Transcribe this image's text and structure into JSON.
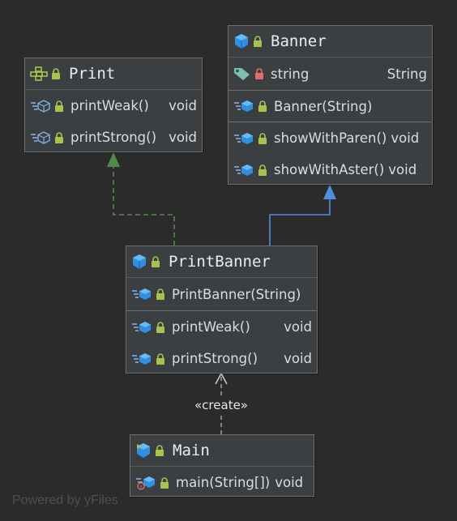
{
  "classes": {
    "print": {
      "name": "Print",
      "members": [
        {
          "name": "printWeak()",
          "type": "void"
        },
        {
          "name": "printStrong()",
          "type": "void"
        }
      ]
    },
    "banner": {
      "name": "Banner",
      "fields": [
        {
          "name": "string",
          "type": "String"
        }
      ],
      "constructors": [
        {
          "name": "Banner(String)"
        }
      ],
      "methods": [
        {
          "name": "showWithParen()",
          "type": "void"
        },
        {
          "name": "showWithAster()",
          "type": "void"
        }
      ]
    },
    "printbanner": {
      "name": "PrintBanner",
      "constructors": [
        {
          "name": "PrintBanner(String)"
        }
      ],
      "methods": [
        {
          "name": "printWeak()",
          "type": "void"
        },
        {
          "name": "printStrong()",
          "type": "void"
        }
      ]
    },
    "main": {
      "name": "Main",
      "methods": [
        {
          "name": "main(String[])",
          "type": "void"
        }
      ]
    }
  },
  "relations": {
    "create_label": "«create»"
  },
  "colors": {
    "implements_edge": "#4f8a4a",
    "extends_edge": "#4f8fe0",
    "dependency_edge": "#a9a9a9"
  },
  "watermark": "Powered by yFiles"
}
